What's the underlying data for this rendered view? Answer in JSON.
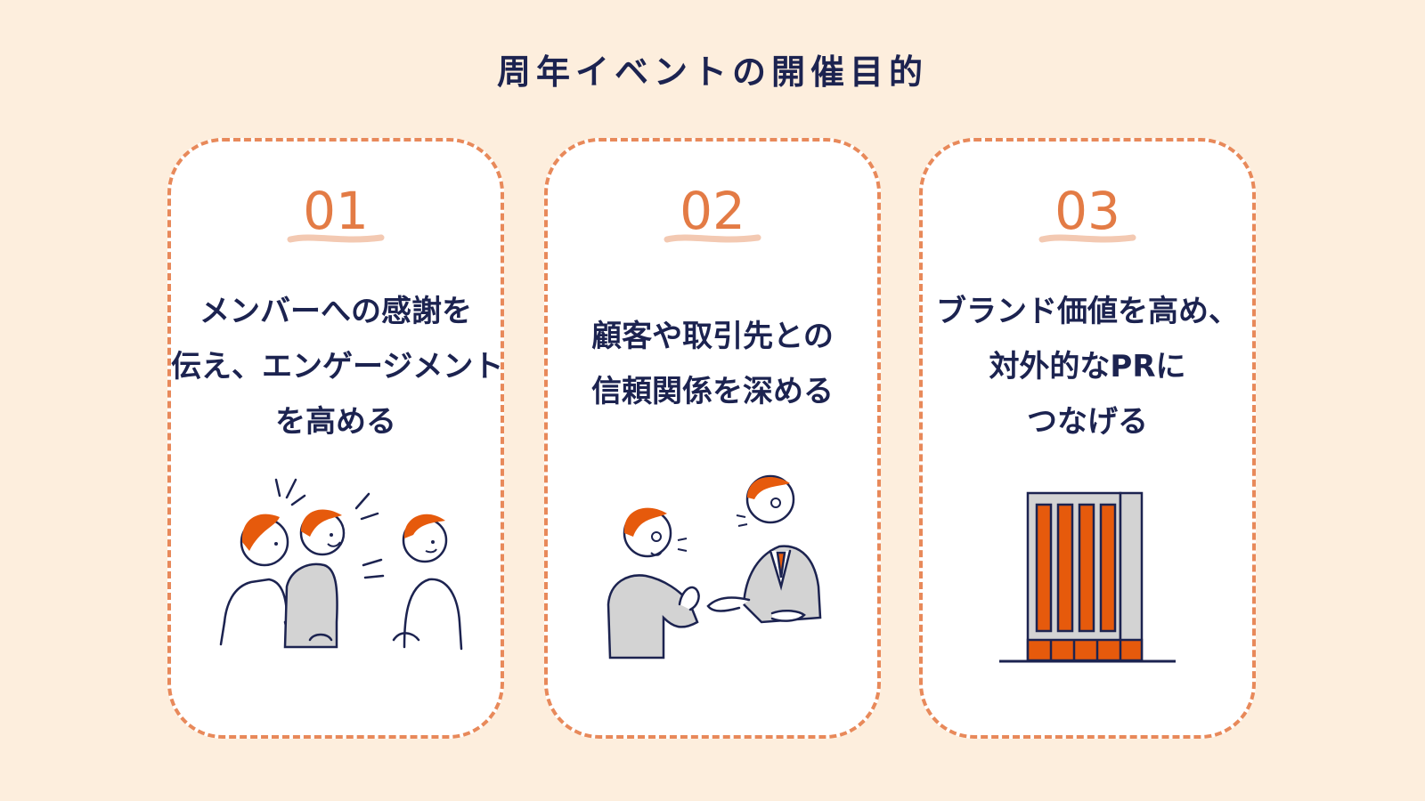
{
  "page": {
    "title": "周年イベントの開催目的"
  },
  "cards": [
    {
      "number": "01",
      "lines": [
        "メンバーへの感謝を",
        "伝え、エンゲージメント",
        "を高める"
      ],
      "illustration": "team-cheering-illustration"
    },
    {
      "number": "02",
      "lines": [
        "顧客や取引先との",
        "信頼関係を深める"
      ],
      "illustration": "handshake-illustration"
    },
    {
      "number": "03",
      "lines": [
        "ブランド価値を高め、",
        "対外的なPRに",
        "つなげる"
      ],
      "illustration": "building-illustration"
    }
  ],
  "colors": {
    "background": "#fdeedd",
    "accent": "#e37b45",
    "border": "#e8895a",
    "text": "#1c2350",
    "hair": "#e65a0c",
    "shirt_gray": "#d3d3d3"
  }
}
